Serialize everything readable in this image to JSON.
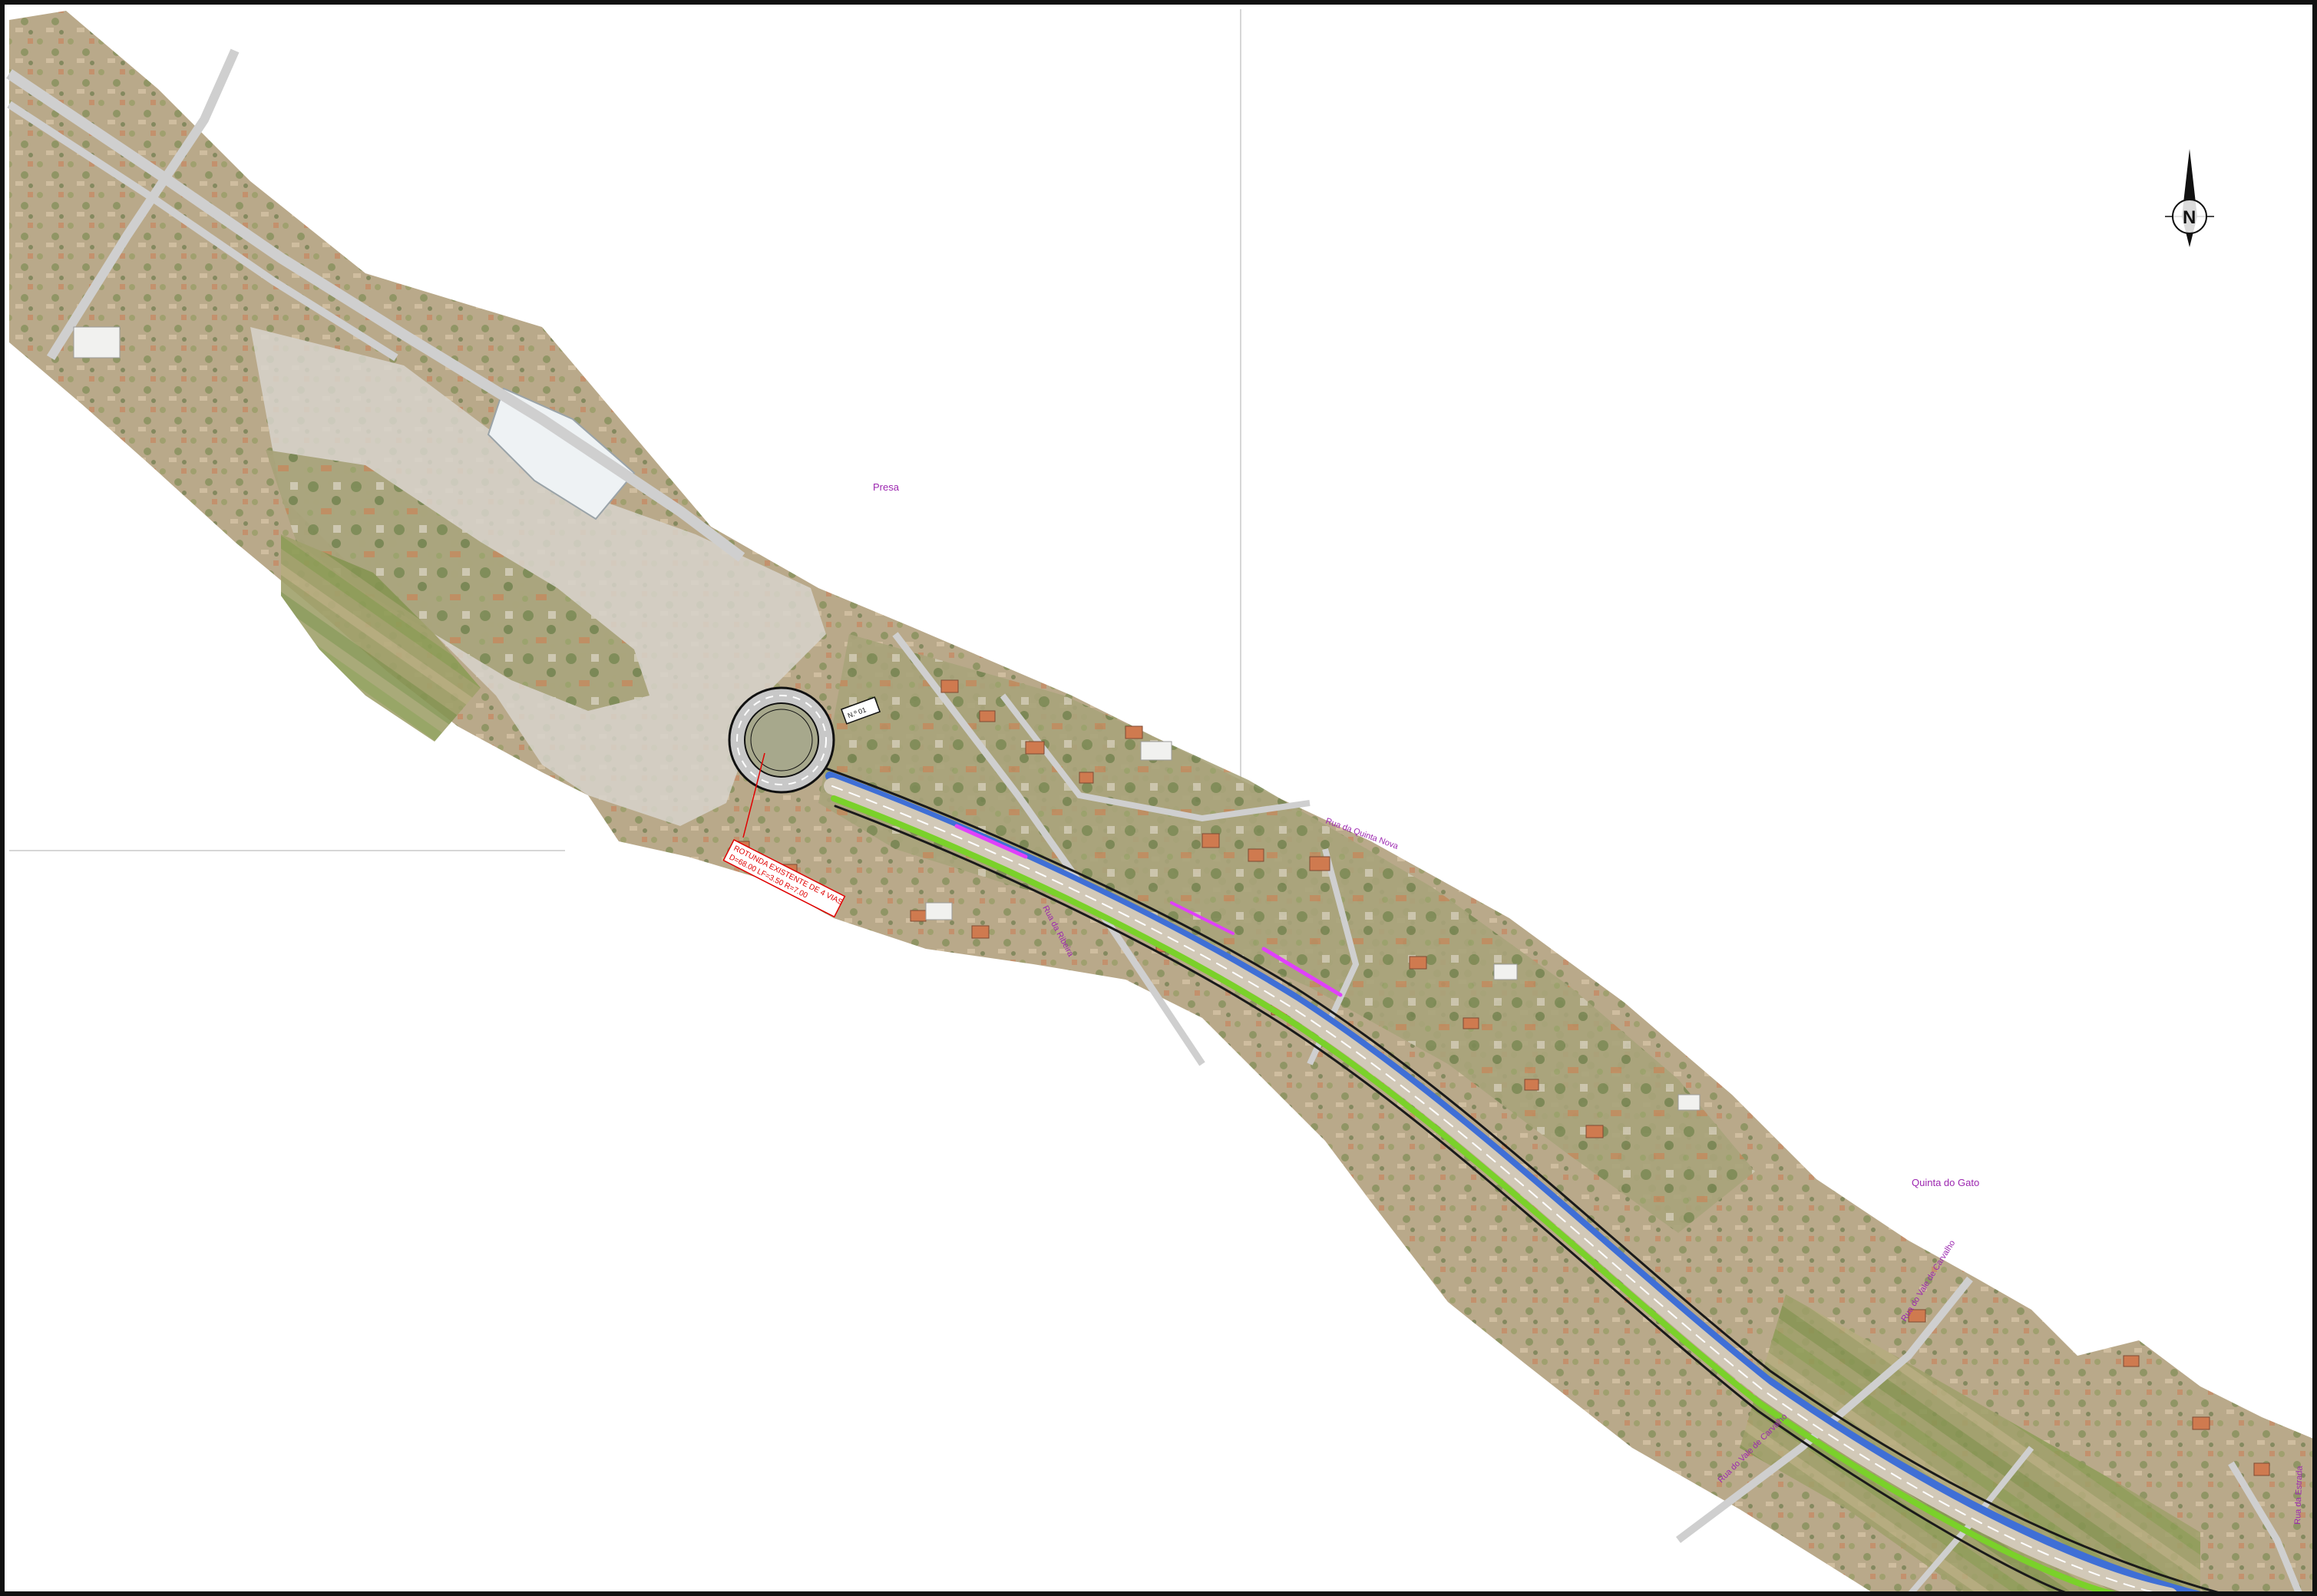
{
  "map": {
    "place_labels": {
      "presa": "Presa",
      "quinta_do_gato": "Quinta do Gato"
    },
    "street_labels": {
      "rua_quinta_nova": "Rua da Quinta Nova",
      "rua_ribeira": "Rua da Ribeira",
      "rua_vale_mid": "Rua do Vale de Carvalho",
      "rua_vale_low": "Rua do Vale de Carvalho",
      "rua_edge": "Rua da Estrada"
    },
    "roundabout_note": {
      "line1": "ROTUNDA EXISTENTE DE 4 VIAS",
      "line2": "D=68.00 LF=3.50 R=7.00"
    },
    "plate_label": "N.º 01",
    "north_arrow": {
      "letter": "N",
      "icon": "north-arrow-icon"
    },
    "colors": {
      "border": "#111111",
      "label": "#9c27b0",
      "note": "#e00000",
      "road_blue": "#3f6fd6",
      "road_green": "#7ad12a",
      "road_magenta": "#e040fb",
      "road_black": "#1a1a1a"
    }
  }
}
